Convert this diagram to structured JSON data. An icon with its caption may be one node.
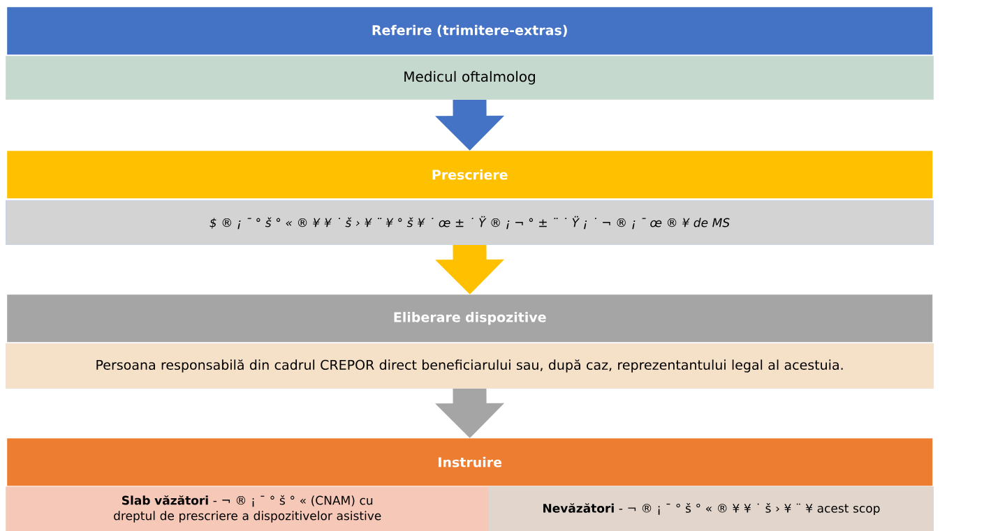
{
  "diagram": {
    "nodes": [
      {
        "text": [
          "Referire (trimitere-extras)"
        ]
      },
      {
        "text": [
          "Medicul oftalmolog"
        ]
      },
      {
        "text": [
          "Prescriere"
        ]
      },
      {
        "text": [
          "$ ® ¡ ¯ ° š ° « ® ¥ ¥ ˙ š › ¥ ¨ ¥ ° š ¥ ˙ œ ± ˙ Ÿ ® ¡ ¬ ° ± ¨ ˙ Ÿ ¡ ˙ ¬ ® ¡ ¯ œ ® ¥ de MS"
        ]
      },
      {
        "text": [
          "Eliberare dispozitive"
        ]
      },
      {
        "text": [
          "Persoana responsabilă din cadrul CREPOR direct beneficiarului sau, după caz, reprezentantului legal al acestuia."
        ]
      },
      {
        "text": [
          "Instruire"
        ]
      },
      {
        "text": [
          "**Slab văzători** - ¬ ® ¡ ¯ ° š ° « (CNAM) cu dreptul de prescriere a dispozitivelor asistive"
        ]
      },
      {
        "text": [
          "**Nevăzători** - ¬ ® ¡ ¯ ° š ° « ® ¥ ¥ ˙ š › ¥ ¨ ¥ acest scop"
        ]
      }
    ],
    "edges": [
      {
        "from": 1,
        "to": 2,
        "arrow": "to",
        "color": "#4472c4"
      },
      {
        "from": 3,
        "to": 4,
        "arrow": "to",
        "color": "#ffc000"
      },
      {
        "from": 5,
        "to": 6,
        "arrow": "to",
        "color": "#a5a5a5"
      }
    ]
  }
}
